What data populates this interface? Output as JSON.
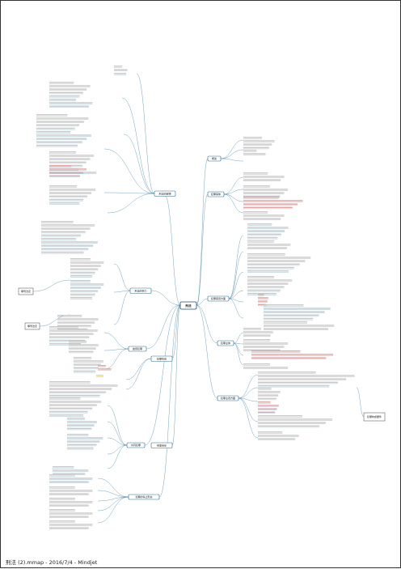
{
  "center": {
    "label": "刑法"
  },
  "footer": {
    "text": "刑法 (2).mmap - 2016/7/4 - Mindjet"
  },
  "colors": {
    "edge": "#3b7a9a",
    "node_border": "#2f6f8f",
    "highlight_red": "#d0021b",
    "highlight_yellow": "#f4e600"
  },
  "left_branches": [
    {
      "label": "刑法的解释"
    },
    {
      "label": "刑法的效力"
    },
    {
      "label": "犯罪构成"
    },
    {
      "label": "故意犯罪"
    },
    {
      "label": "刑事责任"
    },
    {
      "label": "共同犯罪"
    },
    {
      "label": "犯罪的停止形态"
    }
  ],
  "right_branches": [
    {
      "label": "概述"
    },
    {
      "label": "犯罪客体"
    },
    {
      "label": "犯罪客观方面"
    },
    {
      "label": "犯罪主体"
    },
    {
      "label": "犯罪主观方面"
    }
  ],
  "callouts": [
    {
      "label": "罪刑法定"
    },
    {
      "label": "罪刑法定"
    },
    {
      "label": "犯罪构成要件"
    }
  ]
}
